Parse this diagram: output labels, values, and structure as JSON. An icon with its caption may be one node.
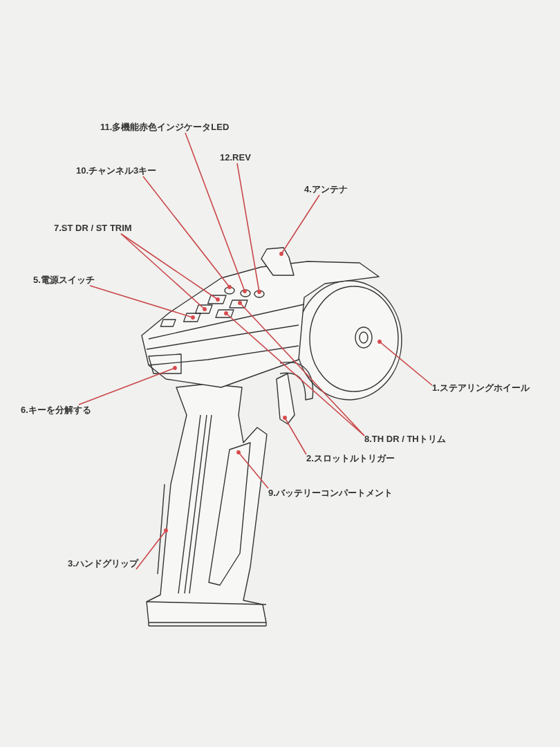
{
  "diagram": {
    "nodes": [
      {
        "text": [
          "11.多機能赤色インジケータLED"
        ]
      },
      {
        "text": [
          "12.REV"
        ]
      },
      {
        "text": [
          "10.チャンネル3キー"
        ]
      },
      {
        "text": [
          "4.アンテナ"
        ]
      },
      {
        "text": [
          "7.ST DR / ST TRIM"
        ]
      },
      {
        "text": [
          "5.電源スイッチ"
        ]
      },
      {
        "text": [
          "1.ステアリングホイール"
        ]
      },
      {
        "text": [
          "6.キーを分解する"
        ]
      },
      {
        "text": [
          "8.TH DR / THトリム"
        ]
      },
      {
        "text": [
          "2.スロットルトリガー"
        ]
      },
      {
        "text": [
          "9.バッテリーコンパートメント"
        ]
      },
      {
        "text": [
          "3.ハンドグリップ"
        ]
      }
    ],
    "edges": [
      {
        "from": 0,
        "to": null,
        "arrow": "other"
      },
      {
        "from": 1,
        "to": null,
        "arrow": "other"
      },
      {
        "from": 2,
        "to": null,
        "arrow": "other"
      },
      {
        "from": 3,
        "to": null,
        "arrow": "other"
      },
      {
        "from": 4,
        "to": null,
        "arrow": "other"
      },
      {
        "from": 4,
        "to": null,
        "arrow": "other"
      },
      {
        "from": 5,
        "to": null,
        "arrow": "other"
      },
      {
        "from": 6,
        "to": null,
        "arrow": "other"
      },
      {
        "from": 7,
        "to": null,
        "arrow": "other"
      },
      {
        "from": 8,
        "to": null,
        "arrow": "other"
      },
      {
        "from": 8,
        "to": null,
        "arrow": "other"
      },
      {
        "from": 9,
        "to": null,
        "arrow": "other"
      },
      {
        "from": 10,
        "to": null,
        "arrow": "other"
      },
      {
        "from": 11,
        "to": null,
        "arrow": "other"
      }
    ]
  }
}
